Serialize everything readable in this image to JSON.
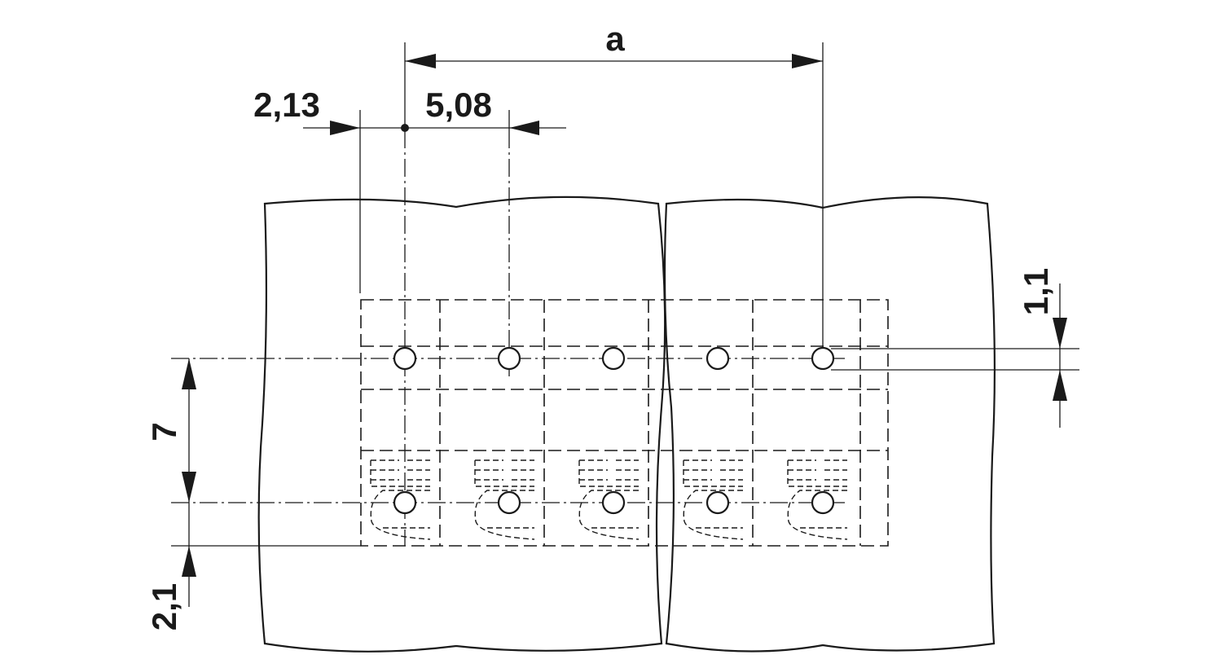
{
  "dimensions": {
    "overall": "a",
    "edge_offset": "2,13",
    "pitch": "5,08",
    "row_distance": "7",
    "bottom_offset": "2,1",
    "hole_diameter": "1,1"
  }
}
